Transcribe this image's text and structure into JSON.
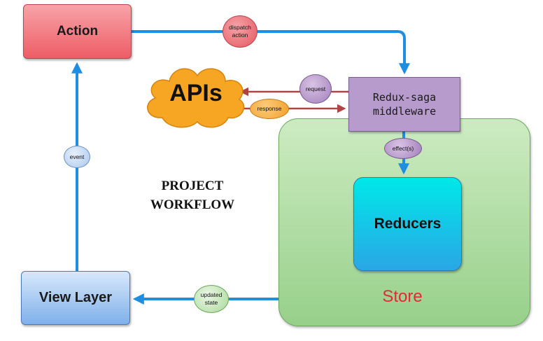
{
  "title": [
    "PROJECT",
    "WORKFLOW"
  ],
  "nodes": {
    "action": "Action",
    "view_layer": "View Layer",
    "apis": "APIs",
    "saga": [
      "Redux-saga",
      "middleware"
    ],
    "reducers": "Reducers",
    "store": "Store"
  },
  "edges": {
    "dispatch": [
      "dispatch",
      "action"
    ],
    "event": "event",
    "request": "request",
    "response": "response",
    "effects": "effect(s)",
    "updated": [
      "updated",
      "state"
    ]
  },
  "colors": {
    "flow_arrow": "#1f8de0",
    "api_arrow": "#b04444",
    "store_label": "#e8263a"
  }
}
